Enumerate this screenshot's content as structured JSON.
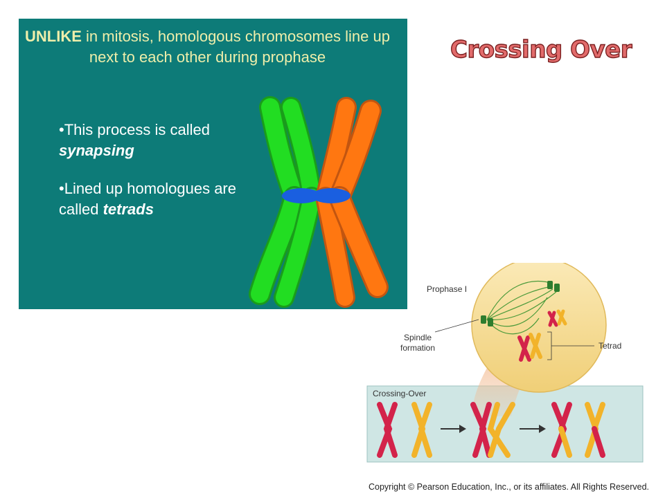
{
  "slide": {
    "title": "Crossing Over",
    "heading_bold": "UNLIKE",
    "heading_rest": " in mitosis, homologous chromosomes line up next to each other during prophase",
    "bullets": [
      {
        "prefix": "•This process is called ",
        "emphasis": "synapsing"
      },
      {
        "prefix": "•Lined up homologues are called ",
        "emphasis": "tetrads"
      }
    ],
    "copyright": "Copyright © Pearson Education, Inc., or its affiliates. All Rights Reserved."
  },
  "diagram": {
    "prophase_label": "Prophase I",
    "spindle_label_line1": "Spindle",
    "spindle_label_line2": "formation",
    "tetrad_label": "Tetrad",
    "crossing_over_label": "Crossing-Over"
  },
  "colors": {
    "panel": "#0d7b78",
    "heading_text": "#eeeeaa",
    "title_fill": "#e26b6b",
    "chromosome_green": "#22dd22",
    "chromosome_orange": "#ff7711",
    "centromere_blue": "#1a5fe0",
    "cell": "#f5dc8e",
    "crossing_box": "#cfe6e4"
  }
}
